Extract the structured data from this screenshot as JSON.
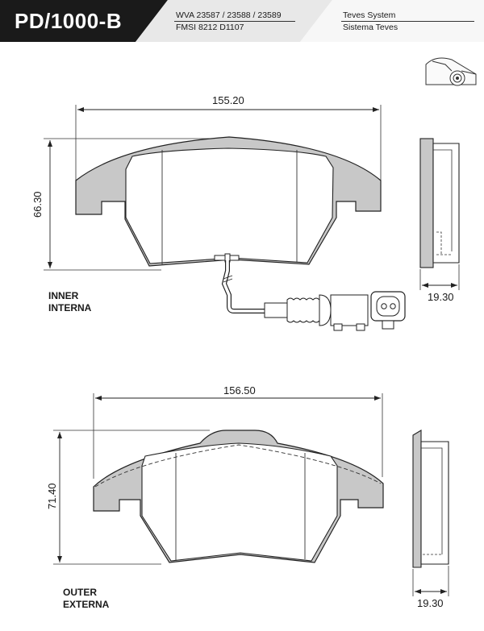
{
  "header": {
    "part_code": "PD/1000-B",
    "references": [
      "WVA 23587 / 23588 / 23589",
      "FMSI 8212 D1107"
    ],
    "system": [
      "Teves System",
      "Sistema Teves"
    ]
  },
  "inner": {
    "label_en": "INNER",
    "label_es": "INTERNA",
    "width": "155.20",
    "height": "66.30",
    "thickness": "19.30"
  },
  "outer": {
    "label_en": "OUTER",
    "label_es": "EXTERNA",
    "width": "156.50",
    "height": "71.40",
    "thickness": "19.30"
  },
  "colors": {
    "pad_fill": "#c8c8c8",
    "header_dark": "#1a1a1a",
    "header_grey": "#e2e2e2"
  },
  "icons": {
    "vehicle": "car-front-wheel-icon",
    "wear_sensor": "wear-sensor-icon"
  }
}
